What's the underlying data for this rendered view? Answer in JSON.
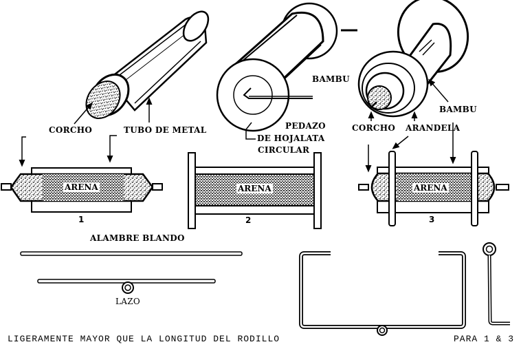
{
  "figure": {
    "colors": {
      "ink": "#000000",
      "paper": "#ffffff",
      "sand": "#9a9a9a"
    },
    "labels": {
      "corcho_top": "CORCHO",
      "tubo_de_metal": "TUBO DE METAL",
      "bambu_middle": "BAMBU",
      "pedazo_line1": "PEDAZO",
      "pedazo_line2": "DE HOJALATA",
      "pedazo_line3": "CIRCULAR",
      "bambu_right": "BAMBU",
      "corcho_right": "CORCHO",
      "arandela": "ARANDELA",
      "alambre_blando": "ALAMBRE BLANDO",
      "lazo": "LAZO",
      "footer_left": "LIGERAMENTE MAYOR QUE LA LONGITUD DEL RODILLO",
      "footer_right": "PARA 1 & 3"
    },
    "rollers": [
      {
        "number": "1",
        "fill_label": "ARENA"
      },
      {
        "number": "2",
        "fill_label": "ARENA"
      },
      {
        "number": "3",
        "fill_label": "ARENA"
      }
    ]
  }
}
